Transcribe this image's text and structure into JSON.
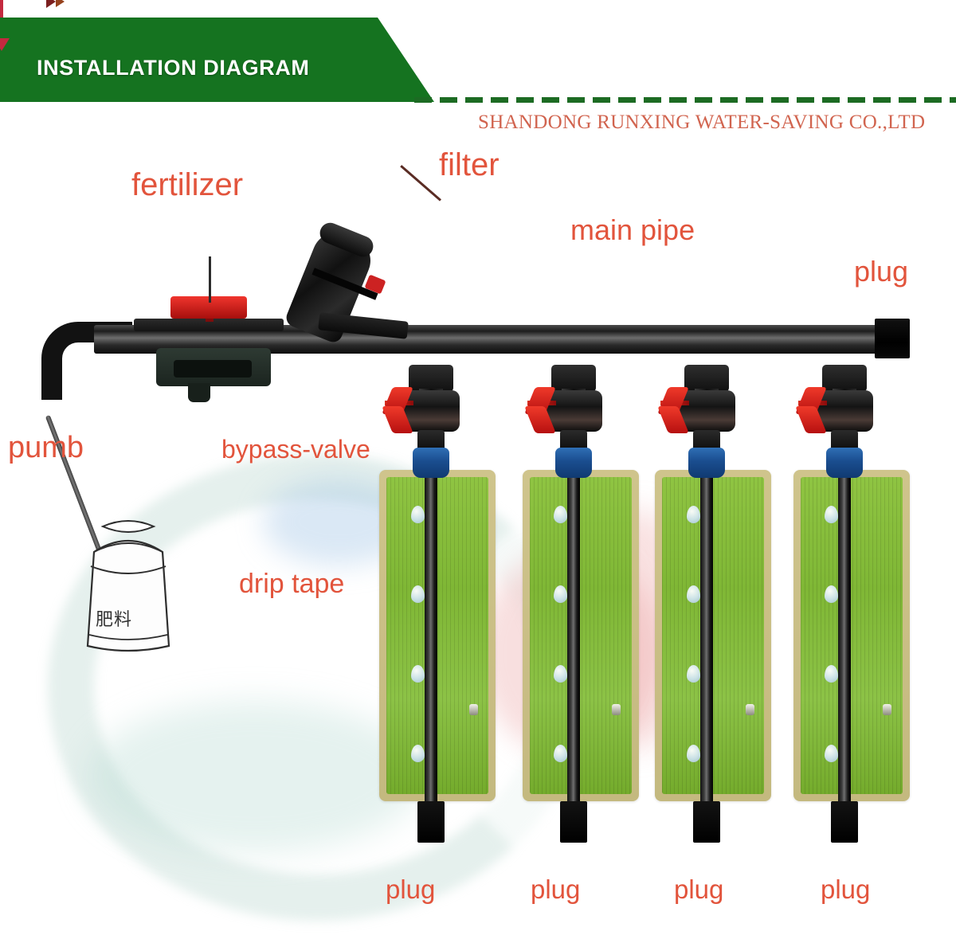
{
  "header": {
    "banner_title": "INSTALLATION DIAGRAM",
    "company": "SHANDONG RUNXING WATER-SAVING CO.,LTD",
    "banner_color": "#157320",
    "label_color": "#e2543c",
    "company_color": "#d1644f"
  },
  "labels": {
    "fertilizer": "fertilizer",
    "filter": "filter",
    "main_pipe": "main pipe",
    "plug_right": "plug",
    "pump": "pumb",
    "bypass_valve": "bypass-valve",
    "drip_tape": "drip tape",
    "bottom_plugs": [
      "plug",
      "plug",
      "plug",
      "plug"
    ]
  },
  "components": {
    "bucket_text": "肥料",
    "valve_count": 4,
    "bed_count": 4,
    "drip_line_count": 4,
    "accent_red": "#e2543c",
    "valve_handle_color": "#d8301f",
    "valve_connector_color": "#1a4d8f",
    "pipe_color": "#1d1d1d",
    "bed_color": "#7fb735"
  }
}
